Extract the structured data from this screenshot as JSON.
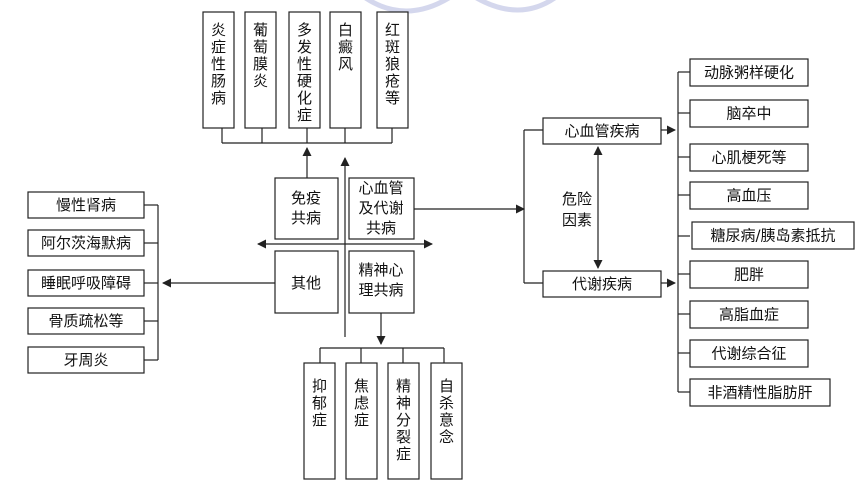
{
  "autoimmune": {
    "items": [
      [
        "炎",
        "症",
        "性",
        "肠",
        "病"
      ],
      [
        "葡",
        "萄",
        "膜",
        "炎"
      ],
      [
        "多",
        "发",
        "性",
        "硬",
        "化",
        "症"
      ],
      [
        "白",
        "癜",
        "风"
      ],
      [
        "红",
        "斑",
        "狼",
        "疮",
        "等"
      ]
    ]
  },
  "center": {
    "immune": [
      "免疫",
      "共病"
    ],
    "cardio": [
      "心血管",
      "及代谢",
      "共病"
    ],
    "other": [
      "其他"
    ],
    "mental": [
      "精神心",
      "理共病"
    ]
  },
  "other_list": [
    "慢性肾病",
    "阿尔茨海默病",
    "睡眠呼吸障碍",
    "骨质疏松等",
    "牙周炎"
  ],
  "mental_list": [
    [
      "抑",
      "郁",
      "症"
    ],
    [
      "焦",
      "虑",
      "症"
    ],
    [
      "精",
      "神",
      "分",
      "裂",
      "症"
    ],
    [
      "自",
      "杀",
      "意",
      "念"
    ]
  ],
  "right": {
    "cardio_label": "心血管疾病",
    "metabolic_label": "代谢疾病",
    "risk": [
      "危险",
      "因素"
    ],
    "cardio_items": [
      "动脉粥样硬化",
      "脑卒中",
      "心肌梗死等",
      "高血压"
    ],
    "metabolic_items": [
      "糖尿病/胰岛素抵抗",
      "肥胖",
      "高脂血症",
      "代谢综合征",
      "非酒精性脂肪肝"
    ]
  }
}
